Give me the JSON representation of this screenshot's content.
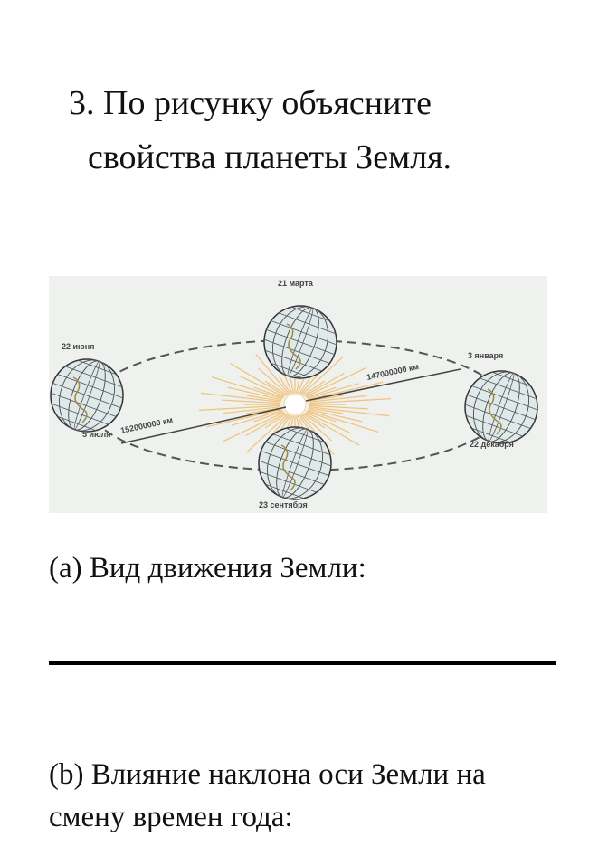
{
  "question": {
    "line1": "3. По рисунку объясните",
    "line2": "свойства планеты Земля."
  },
  "figure": {
    "labels": {
      "march": "21 марта",
      "june": "22 июня",
      "july": "5 июля",
      "january": "3 января",
      "december": "22 декабря",
      "september": "23 сентября"
    },
    "distances": {
      "aphelion": "152000000 км",
      "perihelion": "147000000 км"
    }
  },
  "part_a": {
    "label": "(a) Вид движения Земли:"
  },
  "part_b": {
    "line1": "(b) Влияние наклона оси Земли на",
    "line2": "смену времен года:"
  }
}
